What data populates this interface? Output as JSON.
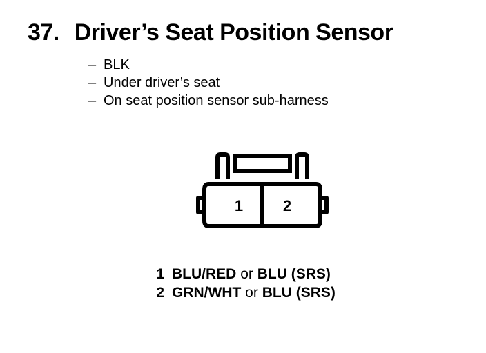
{
  "page": {
    "background_color": "#ffffff",
    "ink_color": "#000000"
  },
  "header": {
    "item_number": "37.",
    "title": "Driver’s Seat Position Sensor"
  },
  "details": {
    "dash": "–",
    "items": [
      {
        "label": "BLK"
      },
      {
        "label": "Under driver’s seat"
      },
      {
        "label": "On seat position sensor sub-harness"
      }
    ]
  },
  "connector": {
    "name": "2-cavity-connector",
    "cavity_count": 2,
    "cavities": [
      {
        "number": "1"
      },
      {
        "number": "2"
      }
    ]
  },
  "pin_legend": {
    "rows": [
      {
        "pin": "1",
        "primary": "BLU/RED",
        "conjunction": "or",
        "secondary": "BLU",
        "system": "(SRS)"
      },
      {
        "pin": "2",
        "primary": "GRN/WHT",
        "conjunction": "or",
        "secondary": "BLU",
        "system": "(SRS)"
      }
    ]
  }
}
